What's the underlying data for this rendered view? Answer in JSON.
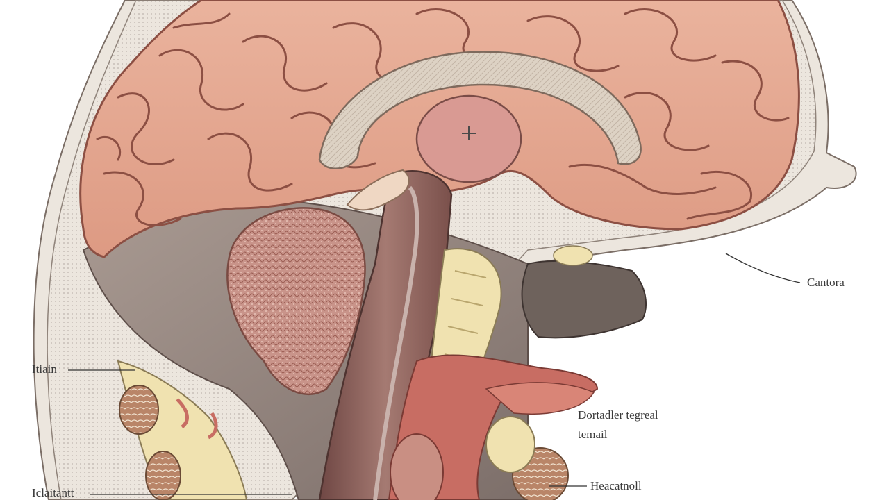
{
  "labels": {
    "right_top": "Cantora",
    "left_mid": "Itiain",
    "right_mid_1": "Dortadler tegreal",
    "right_mid_2": "temail",
    "right_bottom": "Heacatnoll",
    "left_bottom": "Iclaitantt"
  },
  "colors": {
    "background": "#ffffff",
    "cortex": "#e5a48c",
    "gyri_outline": "#8c4f43",
    "skull": "#ece6de",
    "meninges_dots": "#c7bfb8",
    "corpus_callosum": "#d9cfc3",
    "brainstem": "#8e5e58",
    "cerebellum": "#c98f83",
    "cavity_grey": "#9d8e86",
    "throat_red": "#c86d63",
    "bone_yellow": "#f0e2b0",
    "leader_line": "#333333"
  }
}
